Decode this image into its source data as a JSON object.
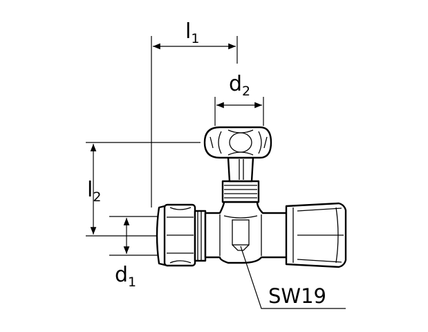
{
  "dimensions": {
    "l1": {
      "letter": "l",
      "index": "1"
    },
    "d2": {
      "letter": "d",
      "index": "2"
    },
    "l2": {
      "letter": "l",
      "index": "2"
    },
    "d1": {
      "letter": "d",
      "index": "1"
    }
  },
  "callout": {
    "text": "SW19"
  }
}
